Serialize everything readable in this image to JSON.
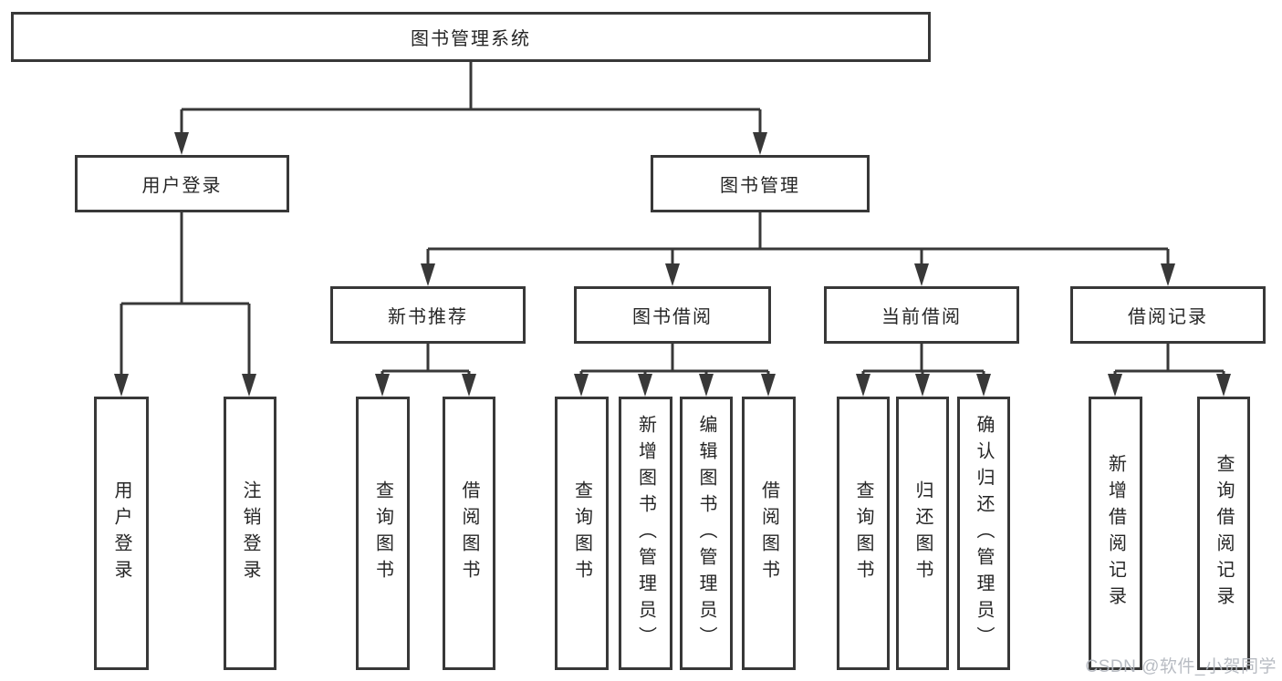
{
  "diagram": {
    "type": "tree",
    "title": "图书管理系统",
    "tree": {
      "label": "图书管理系统",
      "children": [
        {
          "label": "用户登录",
          "children": [
            {
              "label": "用户登录"
            },
            {
              "label": "注销登录"
            }
          ]
        },
        {
          "label": "图书管理",
          "children": [
            {
              "label": "新书推荐",
              "children": [
                {
                  "label": "查询图书"
                },
                {
                  "label": "借阅图书"
                }
              ]
            },
            {
              "label": "图书借阅",
              "children": [
                {
                  "label": "查询图书"
                },
                {
                  "label": "新增图书（管理员）"
                },
                {
                  "label": "编辑图书（管理员）"
                },
                {
                  "label": "借阅图书"
                }
              ]
            },
            {
              "label": "当前借阅",
              "children": [
                {
                  "label": "查询图书"
                },
                {
                  "label": "归还图书"
                },
                {
                  "label": "确认归还（管理员）"
                }
              ]
            },
            {
              "label": "借阅记录",
              "children": [
                {
                  "label": "新增借阅记录"
                },
                {
                  "label": "查询借阅记录"
                }
              ]
            }
          ]
        }
      ]
    },
    "colors": {
      "line": "#383838",
      "text": "#262626",
      "box_background": "#ffffff",
      "page_background": "#ffffff"
    }
  },
  "watermark": {
    "text": "CSDN @软件_小贺同学",
    "color": "#b3b7be"
  }
}
